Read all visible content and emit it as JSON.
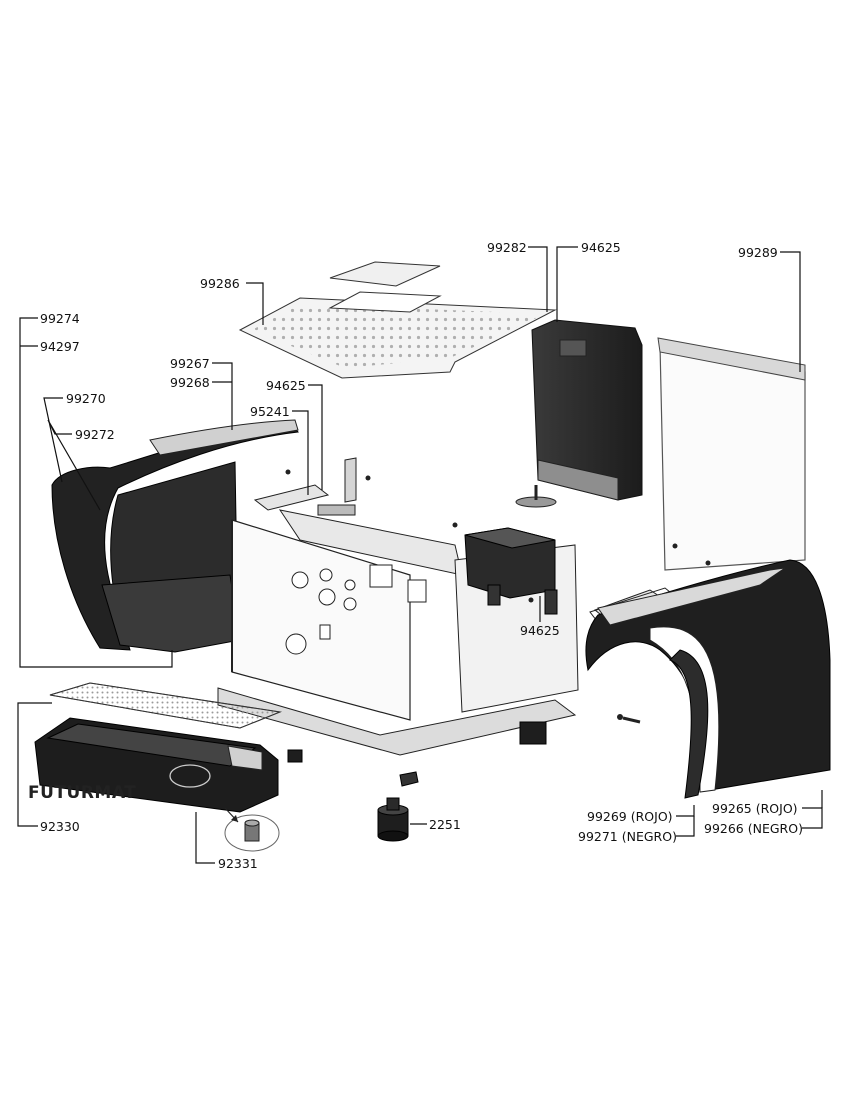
{
  "brand": "FUTURMAT",
  "part_labels": {
    "p99286": "99286",
    "p99282": "99282",
    "p94625_top": "94625",
    "p99289": "99289",
    "p99274": "99274",
    "p94297": "94297",
    "p99267": "99267",
    "p99268": "99268",
    "p94625_mid": "94625",
    "p99270": "99270",
    "p95241": "95241",
    "p99272": "99272",
    "p94625_low": "94625",
    "p92330": "92330",
    "p2251": "2251",
    "p92331": "92331",
    "p99269": "99269 (ROJO)",
    "p99271": "99271 (NEGRO)",
    "p99265": "99265 (ROJO)",
    "p99266": "99266 (NEGRO)"
  }
}
